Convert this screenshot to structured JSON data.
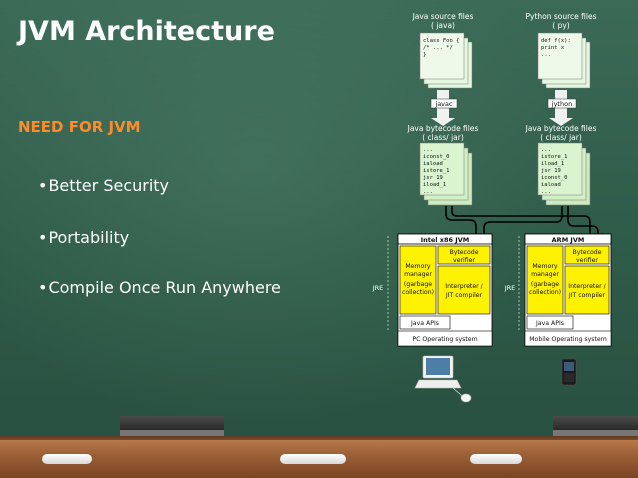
{
  "slide": {
    "title": "JVM Architecture",
    "subtitle": "NEED FOR JVM",
    "bullets": [
      "Better Security",
      "Portability",
      "Compile Once Run Anywhere"
    ],
    "bullet_marker": "•"
  },
  "diagram": {
    "java_source_label": "Java source files",
    "java_source_ext": "( java)",
    "java_source_code": [
      "class Foo {",
      "  /* ... */",
      "}"
    ],
    "python_source_label": "Python source files",
    "python_source_ext": "( py)",
    "python_source_code": [
      "def f(x):",
      "  print x",
      "..."
    ],
    "javac_label": "javac",
    "jython_label": "jython",
    "java_bytecode_label": "Java bytecode files",
    "java_bytecode_ext": "( class/ jar)",
    "java_bytecode_code": [
      "...",
      "iconst_0",
      "iaload",
      "istore_1",
      "jsr 19",
      "iload_1",
      "..."
    ],
    "python_bytecode_label": "Java bytecode files",
    "python_bytecode_ext": "( class/ jar)",
    "python_bytecode_code": [
      "...",
      "istore_1",
      "iload_1",
      "jsr 19",
      "iconst_0",
      "iaload",
      "..."
    ],
    "intel_jvm_title": "Intel x86 JVM",
    "arm_jvm_title": "ARM JVM",
    "memory_manager": "Memory manager (garbage collection)",
    "memory_manager_lines": [
      "Memory",
      "manager",
      "(garbage",
      "collection)"
    ],
    "bytecode_verifier_lines": [
      "Bytecode",
      "verifier"
    ],
    "interpreter_lines": [
      "Interpreter /",
      "JIT compiler"
    ],
    "java_apis": "Java APIs",
    "jre_label": "JRE",
    "pc_os": "PC Operating system",
    "mobile_os": "Mobile Operating system"
  },
  "colors": {
    "title": "#ffffff",
    "subtitle": "#ff8c2a",
    "yellow_box": "#fff200",
    "page_paper": "#e6f7e1",
    "board": "#2f5a4a"
  }
}
